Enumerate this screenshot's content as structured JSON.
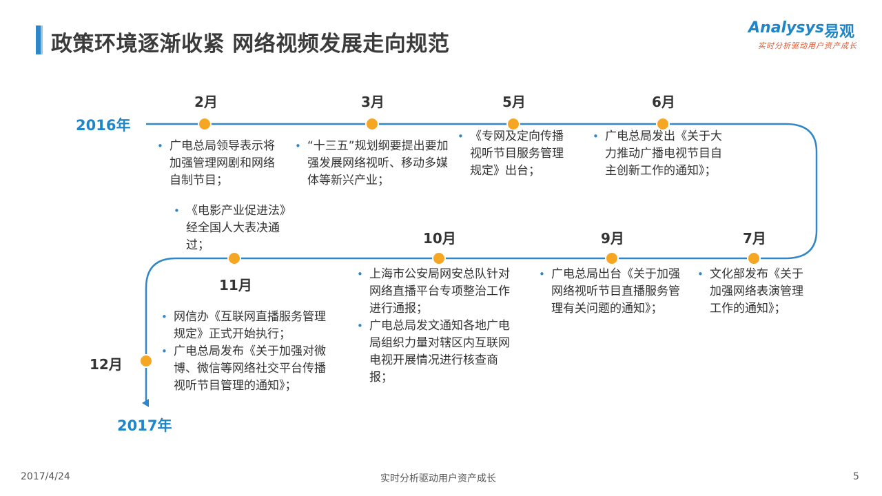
{
  "header": {
    "title": "政策环境逐渐收紧 网络视频发展走向规范",
    "logo_text": "Analysys",
    "logo_cn": "易观",
    "logo_slogan": "实时分析驱动用户资产成长"
  },
  "timeline": {
    "start_year": "2016年",
    "end_year": "2017年",
    "colors": {
      "line": "#2f87c7",
      "dot": "#f5a623",
      "dot_ring": "#ffffff"
    },
    "events": [
      {
        "month": "2月",
        "items": [
          "广电总局领导表示将加强管理网剧和网络自制节目；"
        ]
      },
      {
        "month": "3月",
        "items": [
          "“十三五”规划纲要提出要加强发展网络视听、移动多媒体等新兴产业；"
        ]
      },
      {
        "month": "5月",
        "items": [
          "《专网及定向传播视听节目服务管理规定》出台；"
        ]
      },
      {
        "month": "6月",
        "items": [
          "广电总局发出《关于大力推动广播电视节目自主创新工作的通知》；"
        ]
      },
      {
        "month": "7月",
        "items": [
          "文化部发布《关于加强网络表演管理工作的通知》；"
        ]
      },
      {
        "month": "9月",
        "items": [
          "广电总局出台《关于加强网络视听节目直播服务管理有关问题的通知》；"
        ]
      },
      {
        "month": "10月",
        "items": [
          "上海市公安局网安总队针对网络直播平台专项整治工作进行通报；",
          "广电总局发文通知各地广电局组织力量对辖区内互联网电视开展情况进行核查商报；"
        ]
      },
      {
        "month": "11月",
        "items": [
          "《电影产业促进法》经全国人大表决通过；"
        ]
      },
      {
        "month": "12月",
        "items": [
          "网信办《互联网直播服务管理规定》正式开始执行；",
          "广电总局发布《关于加强对微博、微信等网络社交平台传播视听节目管理的通知》；"
        ]
      }
    ]
  },
  "footer": {
    "date": "2017/4/24",
    "slogan": "实时分析驱动用户资产成长",
    "page": "5"
  }
}
